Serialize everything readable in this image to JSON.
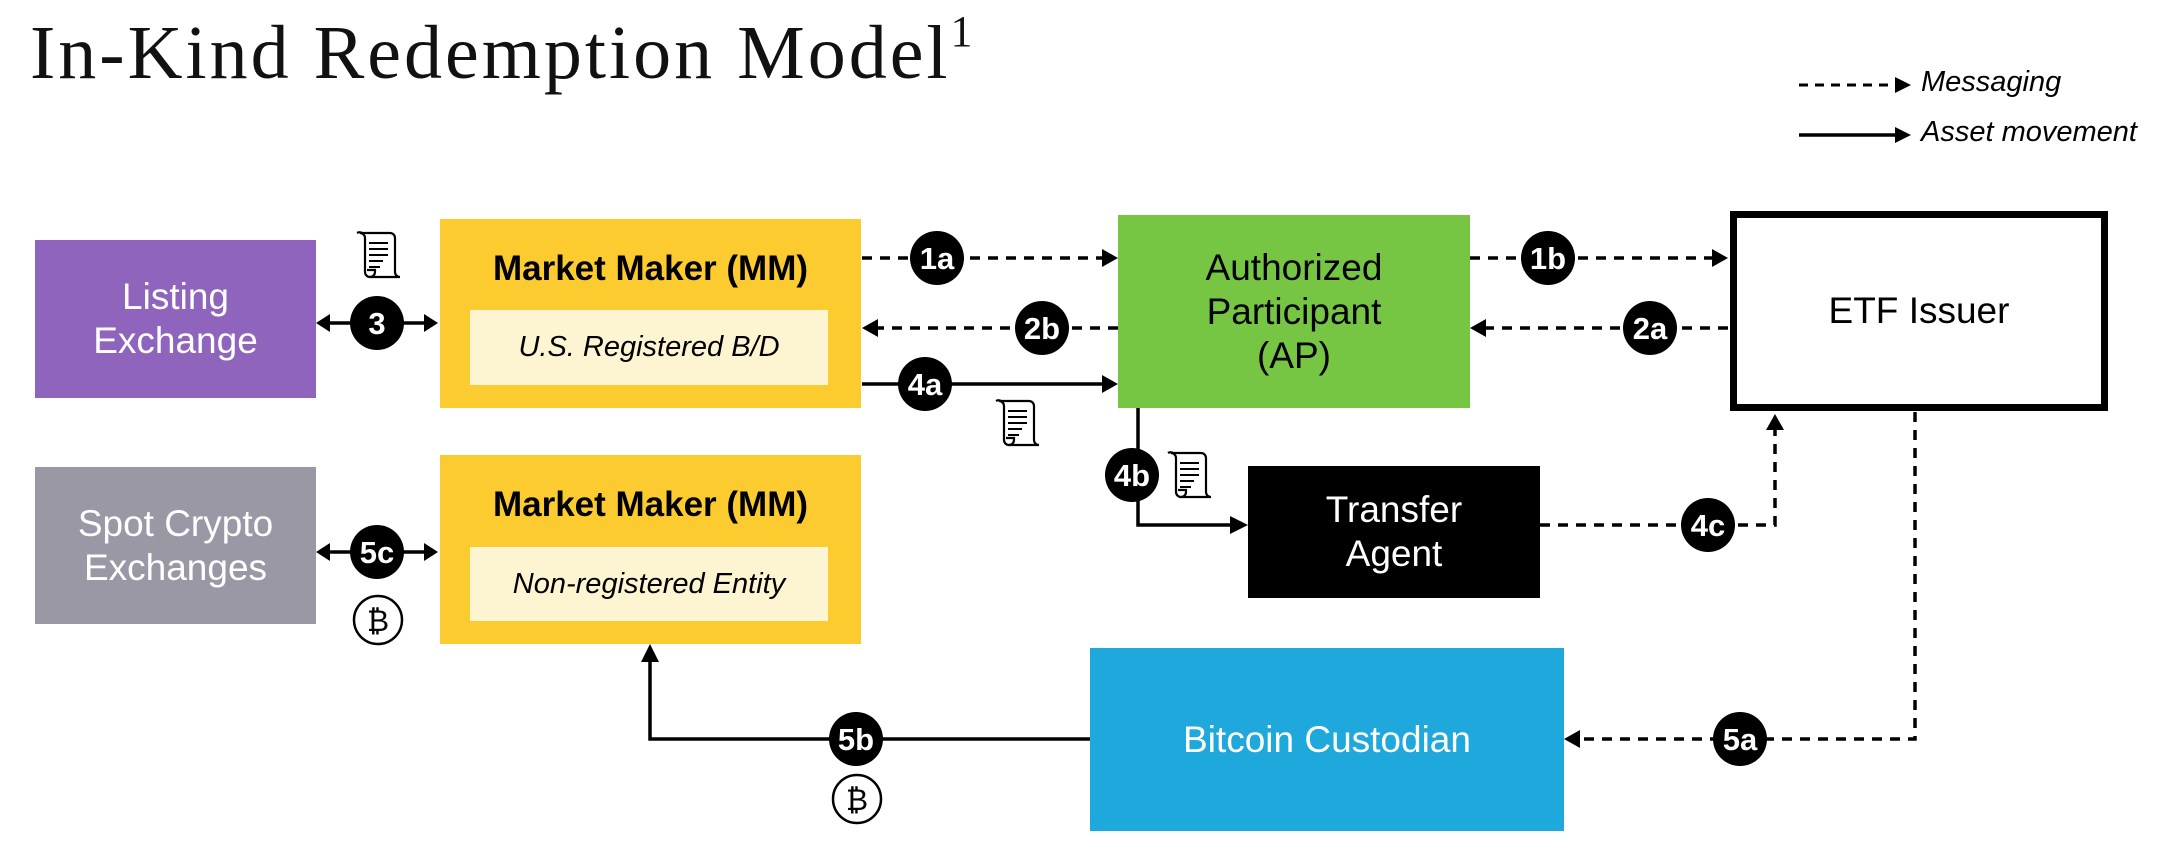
{
  "title": "In-Kind Redemption Model",
  "title_footnote": "1",
  "legend": {
    "messaging": "Messaging",
    "asset_movement": "Asset movement"
  },
  "nodes": {
    "listing_exchange": "Listing\nExchange",
    "spot_crypto_exchanges": "Spot Crypto\nExchanges",
    "market_maker_bd": {
      "title": "Market Maker (MM)",
      "subtitle": "U.S. Registered B/D"
    },
    "market_maker_nonreg": {
      "title": "Market Maker (MM)",
      "subtitle": "Non-registered Entity"
    },
    "authorized_participant": "Authorized\nParticipant\n(AP)",
    "etf_issuer": "ETF Issuer",
    "transfer_agent": "Transfer\nAgent",
    "bitcoin_custodian": "Bitcoin Custodian"
  },
  "steps": {
    "s1a": "1a",
    "s1b": "1b",
    "s2a": "2a",
    "s2b": "2b",
    "s3": "3",
    "s4a": "4a",
    "s4b": "4b",
    "s4c": "4c",
    "s5a": "5a",
    "s5b": "5b",
    "s5c": "5c"
  },
  "colors": {
    "listing_exchange": "#8e64bd",
    "spot_crypto": "#9b98a6",
    "market_maker": "#fccb2f",
    "market_maker_inner": "#fdf5d1",
    "authorized_participant": "#76c643",
    "transfer_agent": "#000000",
    "bitcoin_custodian": "#1ea8dc",
    "step_badge": "#000000"
  },
  "icons": [
    "document-scroll-icon",
    "bitcoin-icon"
  ]
}
